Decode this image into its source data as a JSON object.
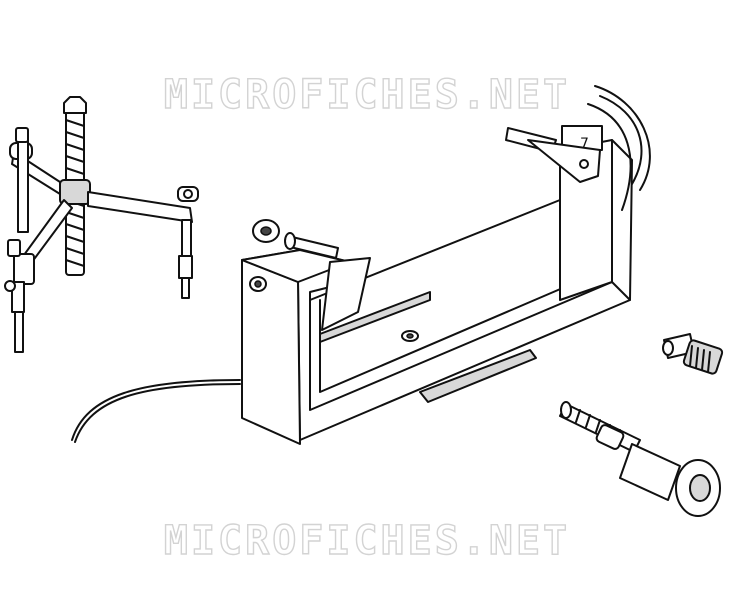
{
  "watermark": {
    "top": "MICROFICHES.NET",
    "bottom": "MICROFICHES.NET"
  },
  "colors": {
    "line": "#111111",
    "shade": "#d8d8d8",
    "watermark": "#cfcfcf"
  },
  "parts": [
    "puller-tool",
    "holding-fixture",
    "nut",
    "bolt",
    "cable",
    "adapter-fitting",
    "piston-tool"
  ]
}
